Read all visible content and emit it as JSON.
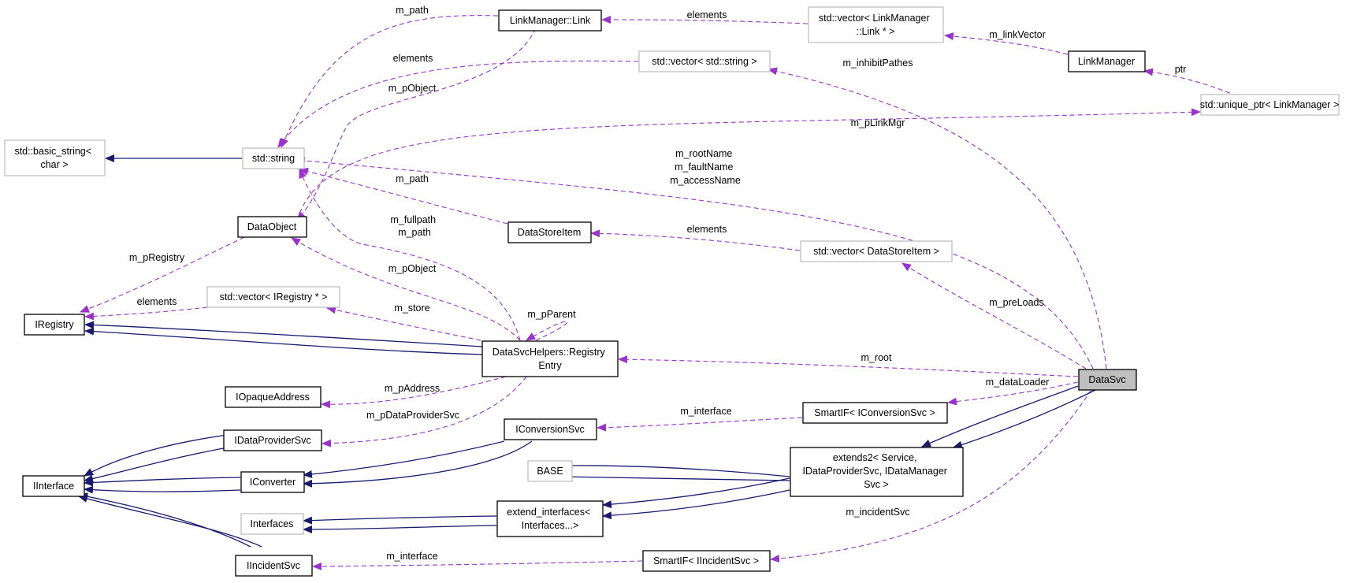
{
  "colors": {
    "usage_edge": "#9a32cd",
    "inheritance_edge": "#191970",
    "focus_fill": "#bfbfbf",
    "external_border": "#bfbfbf",
    "documented_border": "#000000"
  },
  "nodes": [
    {
      "id": "linkmanager-link",
      "lines": [
        "LinkManager::Link"
      ]
    },
    {
      "id": "vector-link-ptr",
      "lines": [
        "std::vector< LinkManager",
        "::Link * >"
      ]
    },
    {
      "id": "linkmanager",
      "lines": [
        "LinkManager"
      ]
    },
    {
      "id": "vector-string",
      "lines": [
        "std::vector< std::string >"
      ]
    },
    {
      "id": "unique-ptr-linkmanager",
      "lines": [
        "std::unique_ptr< LinkManager >"
      ]
    },
    {
      "id": "basic-string-char",
      "lines": [
        "std::basic_string<",
        "char >"
      ]
    },
    {
      "id": "std-string",
      "lines": [
        "std::string"
      ]
    },
    {
      "id": "dataobject",
      "lines": [
        "DataObject"
      ]
    },
    {
      "id": "datastoreitem",
      "lines": [
        "DataStoreItem"
      ]
    },
    {
      "id": "vector-datastoreitem",
      "lines": [
        "std::vector< DataStoreItem >"
      ]
    },
    {
      "id": "vector-iregistry-ptr",
      "lines": [
        "std::vector< IRegistry * >"
      ]
    },
    {
      "id": "iregistry",
      "lines": [
        "IRegistry"
      ]
    },
    {
      "id": "registry-entry",
      "lines": [
        "DataSvcHelpers::Registry",
        "Entry"
      ]
    },
    {
      "id": "datasvc",
      "lines": [
        "DataSvc"
      ]
    },
    {
      "id": "iopaqueaddress",
      "lines": [
        "IOpaqueAddress"
      ]
    },
    {
      "id": "smartif-iconversionsvc",
      "lines": [
        "SmartIF< IConversionSvc >"
      ]
    },
    {
      "id": "idataprovidersvc",
      "lines": [
        "IDataProviderSvc"
      ]
    },
    {
      "id": "iconversionsvc",
      "lines": [
        "IConversionSvc"
      ]
    },
    {
      "id": "extends2",
      "lines": [
        "extends2< Service,",
        "IDataProviderSvc, IDataManager",
        "Svc >"
      ]
    },
    {
      "id": "iinterface",
      "lines": [
        "IInterface"
      ]
    },
    {
      "id": "base",
      "lines": [
        "BASE"
      ]
    },
    {
      "id": "iconverter",
      "lines": [
        "IConverter"
      ]
    },
    {
      "id": "interfaces",
      "lines": [
        "Interfaces"
      ]
    },
    {
      "id": "extend-interfaces",
      "lines": [
        "extend_interfaces<",
        "Interfaces...>"
      ]
    },
    {
      "id": "smartif-iincidentsvc",
      "lines": [
        "SmartIF< IIncidentSvc >"
      ]
    },
    {
      "id": "iincidentsvc",
      "lines": [
        "IIncidentSvc"
      ]
    }
  ],
  "edge_labels": [
    {
      "id": "m-path-link",
      "lines": [
        "m_path"
      ]
    },
    {
      "id": "elements-link",
      "lines": [
        "elements"
      ]
    },
    {
      "id": "m-linkvector",
      "lines": [
        "m_linkVector"
      ]
    },
    {
      "id": "elements-string",
      "lines": [
        "elements"
      ]
    },
    {
      "id": "m-inhibitpathes",
      "lines": [
        "m_inhibitPathes"
      ]
    },
    {
      "id": "m-pobject-link",
      "lines": [
        "m_pObject"
      ]
    },
    {
      "id": "ptr",
      "lines": [
        "ptr"
      ]
    },
    {
      "id": "m-plinkmgr",
      "lines": [
        "m_pLinkMgr"
      ]
    },
    {
      "id": "m-root-fault-access-name",
      "lines": [
        "m_rootName",
        "m_faultName",
        "m_accessName"
      ]
    },
    {
      "id": "m-path-datastoreitem",
      "lines": [
        "m_path"
      ]
    },
    {
      "id": "m-fullpath-path",
      "lines": [
        "m_fullpath",
        "m_path"
      ]
    },
    {
      "id": "elements-datastoreitem",
      "lines": [
        "elements"
      ]
    },
    {
      "id": "m-pregistry",
      "lines": [
        "m_pRegistry"
      ]
    },
    {
      "id": "m-pobject-entry",
      "lines": [
        "m_pObject"
      ]
    },
    {
      "id": "elements-iregistry",
      "lines": [
        "elements"
      ]
    },
    {
      "id": "m-store",
      "lines": [
        "m_store"
      ]
    },
    {
      "id": "m-pparent",
      "lines": [
        "m_pParent"
      ]
    },
    {
      "id": "m-preloads",
      "lines": [
        "m_preLoads"
      ]
    },
    {
      "id": "m-root",
      "lines": [
        "m_root"
      ]
    },
    {
      "id": "m-paddress",
      "lines": [
        "m_pAddress"
      ]
    },
    {
      "id": "m-dataloader",
      "lines": [
        "m_dataLoader"
      ]
    },
    {
      "id": "m-pdataprovidersvc",
      "lines": [
        "m_pDataProviderSvc"
      ]
    },
    {
      "id": "m-interface-conversion",
      "lines": [
        "m_interface"
      ]
    },
    {
      "id": "m-incidentsvc",
      "lines": [
        "m_incidentSvc"
      ]
    },
    {
      "id": "m-interface-incident",
      "lines": [
        "m_interface"
      ]
    }
  ]
}
